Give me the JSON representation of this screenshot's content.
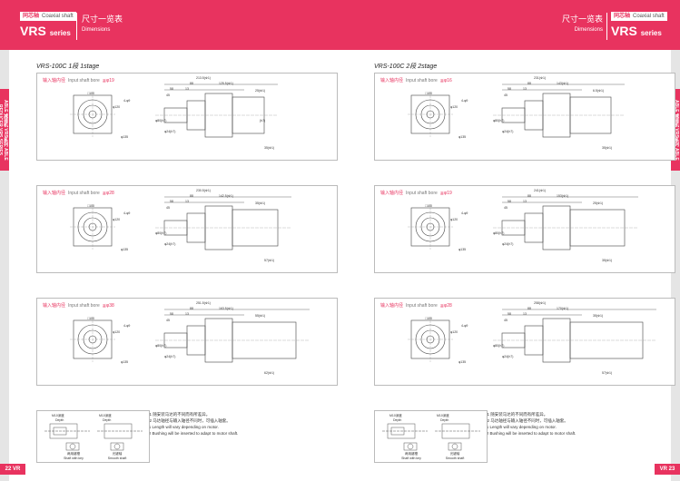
{
  "header": {
    "tag_left": "同芯轴",
    "tag_left_en": "Coaxial shaft",
    "tag_right": "同芯轴",
    "tag_right_en": "Coaxial shaft",
    "series_main": "VRS",
    "series_suffix": "series",
    "title_cn": "尺寸一览表",
    "title_en": "Dimensions"
  },
  "side_tab": "ABLE 减速机  VRS系列  ABLE REDUCER VRS SERIES",
  "page_numbers": {
    "left_num": "22",
    "left_code": "VR",
    "right_num": "23",
    "right_code": "VR"
  },
  "left_page": {
    "model": "VRS-100C  1段  1stage",
    "panels": [
      {
        "label_cn": "输入轴内径",
        "label_en": "Input shaft bore",
        "bore": "≦φ19",
        "dims": [
          "213.5(※1)",
          "125.5(※1)",
          "88",
          "58",
          "13",
          "45",
          "□100",
          "4-φ9",
          "φ120",
          "φ135",
          "25(※1)",
          "φ80(h7)",
          "φ24(h7)",
          "35(※1)",
          "(h7)"
        ]
      },
      {
        "label_cn": "输入轴内径",
        "label_en": "Input shaft bore",
        "bore": "≦φ28",
        "dims": [
          "230.5(※1)",
          "142.5(※1)",
          "88",
          "58",
          "13",
          "45",
          "□100",
          "4-φ9",
          "φ120",
          "φ135",
          "35(※1)",
          "φ80(h7)",
          "φ24(h7)",
          "57(※1)"
        ]
      },
      {
        "label_cn": "输入轴内径",
        "label_en": "Input shaft bore",
        "bore": "≦φ38",
        "dims": [
          "251.5(※1)",
          "163.5(※1)",
          "88",
          "58",
          "13",
          "45",
          "□100",
          "4-φ9",
          "φ120",
          "φ135",
          "55(※1)",
          "φ80(h7)",
          "φ24(h7)",
          "62(※1)"
        ]
      }
    ],
    "notes": [
      "※1  随安装马达的不同而有所差异。",
      "※2  马达轴径与输入轴径不同时，可插入轴套。",
      "※1  Length will vary depending on motor.",
      "※2  Bushing will be inserted to adapt to motor shaft."
    ],
    "legend": {
      "tap_label": "M10深度",
      "depth": "Depth",
      "type1_cn": "两用键槽",
      "type1_en": "Shaft with key",
      "type2_cn": "光键轴",
      "type2_en": "Smooth shaft"
    }
  },
  "right_page": {
    "model": "VRS-100C  2段  2stage",
    "panels": [
      {
        "label_cn": "输入轴内径",
        "label_en": "Input shaft bore",
        "bore": "≦φ16",
        "dims": [
          "231(※1)",
          "143(※1)",
          "88",
          "58",
          "13",
          "45",
          "□100",
          "4-φ9",
          "φ120",
          "φ135",
          "6.5(※1)",
          "φ80(h7)",
          "φ24(h7)",
          "35(※1)"
        ]
      },
      {
        "label_cn": "输入轴内径",
        "label_en": "Input shaft bore",
        "bore": "≦φ19",
        "dims": [
          "241(※1)",
          "153(※1)",
          "88",
          "58",
          "13",
          "45",
          "□100",
          "4-φ9",
          "φ120",
          "φ135",
          "25(※1)",
          "φ80(h7)",
          "φ24(h7)",
          "35(※1)"
        ]
      },
      {
        "label_cn": "输入轴内径",
        "label_en": "Input shaft bore",
        "bore": "≦φ28",
        "dims": [
          "258(※1)",
          "170(※1)",
          "88",
          "58",
          "13",
          "45",
          "□100",
          "4-φ9",
          "φ120",
          "φ135",
          "35(※1)",
          "φ80(h7)",
          "φ24(h7)",
          "57(※1)"
        ]
      }
    ],
    "notes": [
      "※1  随安装马达的不同而有所差异。",
      "※2  马达轴径与输入轴径不同时，可插入轴套。",
      "※1  Length will vary depending on motor.",
      "※2  Bushing will be inserted to adapt to motor shaft."
    ],
    "legend": {
      "tap_label": "M10深度",
      "depth": "Depth",
      "type1_cn": "两用键槽",
      "type1_en": "Shaft with key",
      "type2_cn": "光键轴",
      "type2_en": "Smooth shaft"
    }
  },
  "colors": {
    "accent": "#e8335f"
  }
}
